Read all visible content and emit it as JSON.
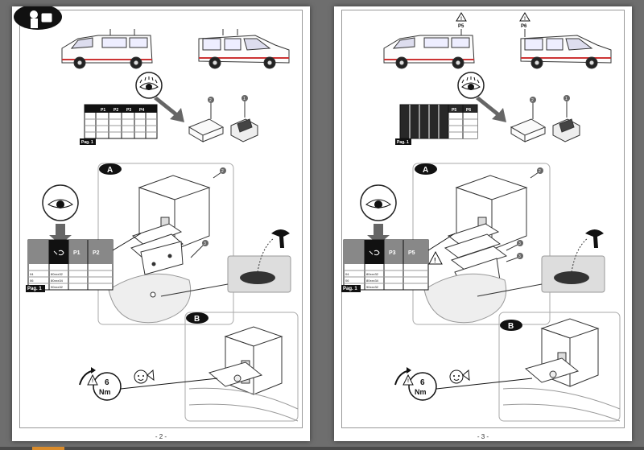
{
  "pages": [
    {
      "page_number": "- 2 -",
      "table": {
        "headers": [
          "P1",
          "P2",
          "P3",
          "P4"
        ],
        "footer": "Pag. 1"
      },
      "detail_a": "A",
      "detail_b": "B",
      "callouts": {
        "c1": "1",
        "c2": "2",
        "c3": "3"
      },
      "zoom_table": {
        "headers": [
          "P1",
          "P2"
        ],
        "rows": [
          {
            "code": "04",
            "ref": "80xxx32"
          },
          {
            "code": "06",
            "ref": "80xxx34"
          },
          {
            "code": "",
            "ref": "90xxx32"
          }
        ],
        "footer": "Pag. 1"
      },
      "torque": {
        "value": "6",
        "unit": "Nm"
      }
    },
    {
      "page_number": "- 3 -",
      "roof_markers": [
        "P5",
        "P6"
      ],
      "table": {
        "headers": [
          "P5",
          "P6"
        ],
        "footer": "Pag. 1"
      },
      "detail_a": "A",
      "detail_b": "B",
      "callouts": {
        "c1": "1",
        "c2": "2",
        "c3": "3",
        "c3b": "3"
      },
      "zoom_table": {
        "headers": [
          "P3",
          "P5"
        ],
        "rows": [
          {
            "code": "04",
            "ref": "80xxx32"
          },
          {
            "code": "06",
            "ref": "80xxx34"
          },
          {
            "code": "",
            "ref": "90xxx32"
          }
        ],
        "footer": "Pag. 1"
      },
      "torque": {
        "value": "6",
        "unit": "Nm"
      }
    }
  ]
}
